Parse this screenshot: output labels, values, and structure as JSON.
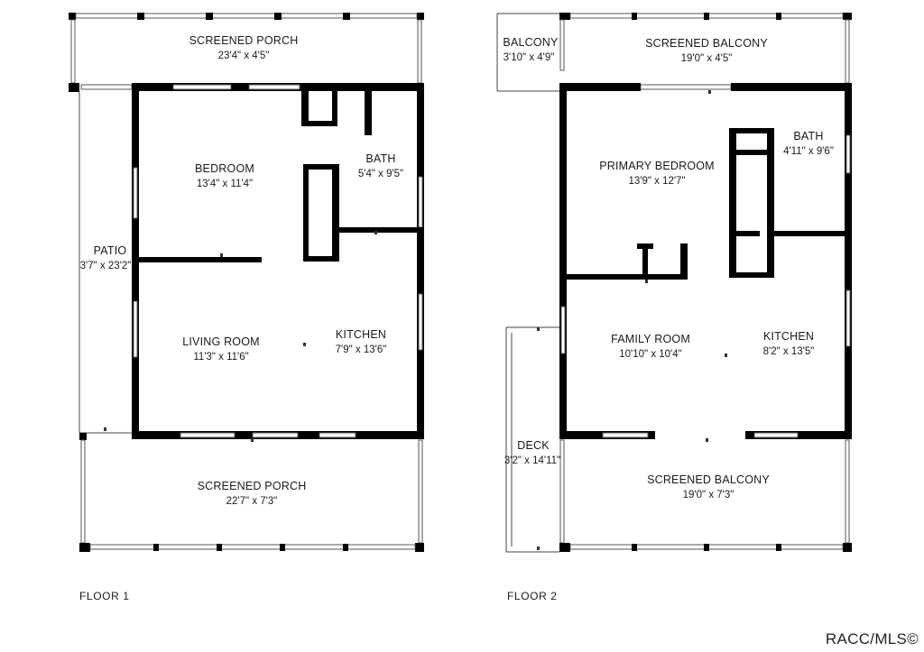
{
  "floors": [
    {
      "label": "FLOOR 1",
      "rooms": [
        {
          "name": "SCREENED PORCH",
          "dims": "23'4\" x 4'5\""
        },
        {
          "name": "BEDROOM",
          "dims": "13'4\" x 11'4\""
        },
        {
          "name": "BATH",
          "dims": "5'4\" x 9'5\""
        },
        {
          "name": "PATIO",
          "dims": "3'7\" x 23'2\""
        },
        {
          "name": "LIVING ROOM",
          "dims": "11'3\" x 11'6\""
        },
        {
          "name": "KITCHEN",
          "dims": "7'9\" x 13'6\""
        },
        {
          "name": "SCREENED PORCH",
          "dims": "22'7\" x 7'3\""
        }
      ]
    },
    {
      "label": "FLOOR 2",
      "rooms": [
        {
          "name": "BALCONY",
          "dims": "3'10\" x 4'9\""
        },
        {
          "name": "SCREENED BALCONY",
          "dims": "19'0\" x 4'5\""
        },
        {
          "name": "PRIMARY BEDROOM",
          "dims": "13'9\" x 12'7\""
        },
        {
          "name": "BATH",
          "dims": "4'11\" x 9'6\""
        },
        {
          "name": "FAMILY ROOM",
          "dims": "10'10\" x 10'4\""
        },
        {
          "name": "KITCHEN",
          "dims": "8'2\" x 13'5\""
        },
        {
          "name": "DECK",
          "dims": "3'2\" x 14'11\""
        },
        {
          "name": "SCREENED BALCONY",
          "dims": "19'0\" x 7'3\""
        }
      ]
    }
  ],
  "watermark": "RACC/MLS©"
}
